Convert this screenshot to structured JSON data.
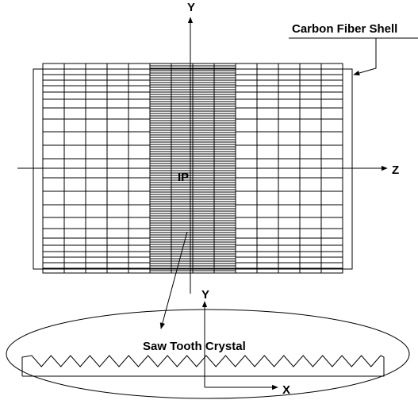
{
  "labels": {
    "top_y_axis": "Y",
    "z_axis": "Z",
    "ip": "IP",
    "carbon_fiber_shell": "Carbon Fiber Shell",
    "saw_tooth_crystal": "Saw Tooth Crystal",
    "inset_y_axis": "Y",
    "inset_x_axis": "X"
  },
  "colors": {
    "ink": "#000000",
    "background": "#ffffff"
  }
}
